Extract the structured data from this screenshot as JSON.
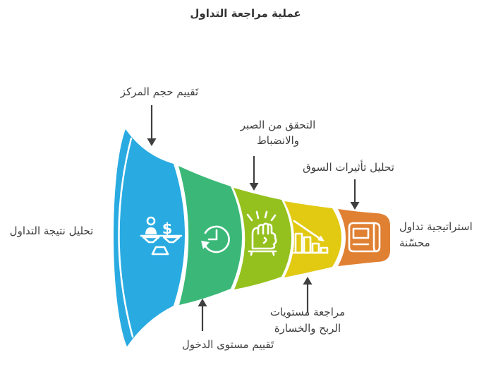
{
  "title": "عملية مراجعة التداول",
  "funnel": {
    "type": "horizontal-funnel",
    "input_label": "تحليل نتيجة التداول",
    "output_label": "استراتيجية تداول محسّنة",
    "output_label_lines": [
      "استراتيجية تداول",
      "محسّنة"
    ],
    "dollar_glyph": "$",
    "stages": [
      {
        "id": "trade-result",
        "color": "#29ABE2",
        "icon": "balance-scale-dollar-icon",
        "callout": "تَقييم حجم المركز",
        "callout_position": "top"
      },
      {
        "id": "entry-level",
        "color": "#3BB878",
        "icon": "clock-history-icon",
        "callout": "تَقييم مستوى الدخول",
        "callout_position": "bottom"
      },
      {
        "id": "patience-discipline",
        "color": "#95C11F",
        "icon": "fist-determination-icon",
        "callout": "التحقق من الصبر والانضباط",
        "callout_lines": [
          "التحقق من الصبر",
          "والانضباط"
        ],
        "callout_position": "top"
      },
      {
        "id": "profit-loss-levels",
        "color": "#E2C912",
        "icon": "declining-bar-chart-icon",
        "callout": "مراجعة مستويات الربح والخسارة",
        "callout_lines": [
          "مراجعة مستويات",
          "الربح والخسارة"
        ],
        "callout_position": "bottom"
      },
      {
        "id": "market-effects",
        "color": "#E08033",
        "icon": "newspaper-icon",
        "callout": "تحليل تأثيرات السوق",
        "callout_position": "top"
      }
    ]
  },
  "colors": {
    "arrow": "#3F3F3F",
    "text": "#3F3F3F",
    "title_text": "#333333",
    "separator": "#FFFFFF",
    "background": "#FFFFFF"
  }
}
